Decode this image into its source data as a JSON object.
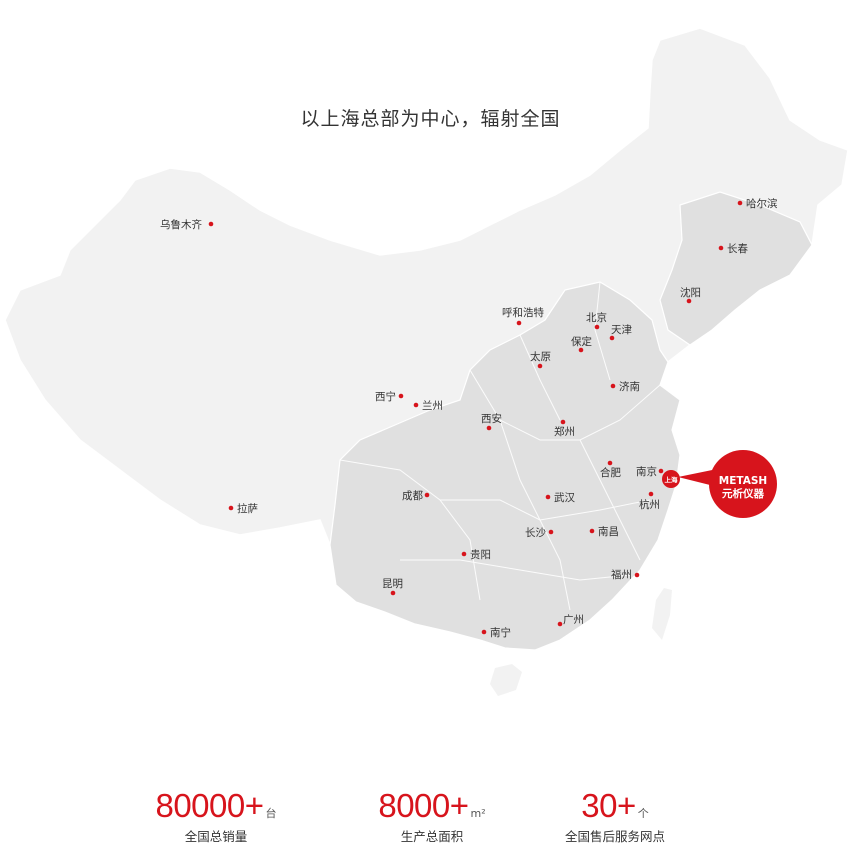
{
  "headline": "以上海总部为中心，辐射全国",
  "accent_color": "#d7141c",
  "map_base_color": "#f2f2f2",
  "map_region_color": "#e0e0e0",
  "cities": {
    "harbin": "哈尔滨",
    "changchun": "长春",
    "shenyang": "沈阳",
    "urumqi": "乌鲁木齐",
    "hohhot": "呼和浩特",
    "beijing": "北京",
    "tianjin": "天津",
    "baoding": "保定",
    "taiyuan": "太原",
    "jinan": "济南",
    "xining": "西宁",
    "lanzhou": "兰州",
    "xian": "西安",
    "zhengzhou": "郑州",
    "hefei": "合肥",
    "nanjing": "南京",
    "shanghai": "上海",
    "hangzhou": "杭州",
    "chengdu": "成都",
    "wuhan": "武汉",
    "lhasa": "拉萨",
    "changsha": "长沙",
    "nanchang": "南昌",
    "guiyang": "贵阳",
    "kunming": "昆明",
    "fuzhou": "福州",
    "guangzhou": "广州",
    "nanning": "南宁"
  },
  "hq_badge": {
    "brand": "METASH",
    "name": "元析仪器"
  },
  "stats": [
    {
      "value": "80000+",
      "unit": "台",
      "caption": "全国总销量"
    },
    {
      "value": "8000+",
      "unit": "m²",
      "caption": "生产总面积"
    },
    {
      "value": "30+",
      "unit": "个",
      "caption": "全国售后服务网点"
    }
  ]
}
